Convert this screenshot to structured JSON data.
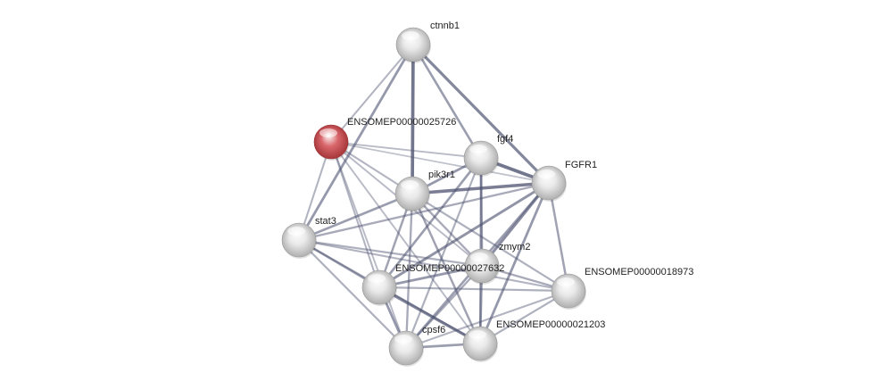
{
  "network": {
    "colors": {
      "edge": "#4d5270",
      "node_default": "#e9e9e9",
      "node_default_shadow": "#a8a8a8",
      "node_query": "#d9666a",
      "node_query_shadow": "#9e3034"
    },
    "nodes": [
      {
        "id": "ctnnb1",
        "label": "ctnnb1",
        "query": false
      },
      {
        "id": "ENSOMEP00000025726",
        "label": "ENSOMEP00000025726",
        "query": true
      },
      {
        "id": "fgf4",
        "label": "fgf4",
        "query": false
      },
      {
        "id": "FGFR1",
        "label": "FGFR1",
        "query": false
      },
      {
        "id": "pik3r1",
        "label": "pik3r1",
        "query": false
      },
      {
        "id": "stat3",
        "label": "stat3",
        "query": false
      },
      {
        "id": "zmym2",
        "label": "zmym2",
        "query": false
      },
      {
        "id": "ENSOMEP00000027632",
        "label": "ENSOMEP00000027632",
        "query": false
      },
      {
        "id": "ENSOMEP00000018973",
        "label": "ENSOMEP00000018973",
        "query": false
      },
      {
        "id": "cpsf6",
        "label": "cpsf6",
        "query": false
      },
      {
        "id": "ENSOMEP00000021203",
        "label": "ENSOMEP00000021203",
        "query": false
      }
    ],
    "edges": [
      {
        "source": "ctnnb1",
        "target": "pik3r1",
        "strength": 0.9
      },
      {
        "source": "ctnnb1",
        "target": "FGFR1",
        "strength": 0.75
      },
      {
        "source": "ctnnb1",
        "target": "fgf4",
        "strength": 0.55
      },
      {
        "source": "ctnnb1",
        "target": "ENSOMEP00000025726",
        "strength": 0.35
      },
      {
        "source": "ctnnb1",
        "target": "stat3",
        "strength": 0.6
      },
      {
        "source": "fgf4",
        "target": "FGFR1",
        "strength": 0.9
      },
      {
        "source": "fgf4",
        "target": "pik3r1",
        "strength": 0.6
      },
      {
        "source": "fgf4",
        "target": "zmym2",
        "strength": 0.6
      },
      {
        "source": "fgf4",
        "target": "ENSOMEP00000027632",
        "strength": 0.55
      },
      {
        "source": "fgf4",
        "target": "ENSOMEP00000021203",
        "strength": 0.45
      },
      {
        "source": "fgf4",
        "target": "cpsf6",
        "strength": 0.4
      },
      {
        "source": "fgf4",
        "target": "ENSOMEP00000025726",
        "strength": 0.3
      },
      {
        "source": "FGFR1",
        "target": "pik3r1",
        "strength": 0.85
      },
      {
        "source": "FGFR1",
        "target": "zmym2",
        "strength": 0.7
      },
      {
        "source": "FGFR1",
        "target": "ENSOMEP00000027632",
        "strength": 0.65
      },
      {
        "source": "FGFR1",
        "target": "ENSOMEP00000021203",
        "strength": 0.6
      },
      {
        "source": "FGFR1",
        "target": "cpsf6",
        "strength": 0.55
      },
      {
        "source": "FGFR1",
        "target": "ENSOMEP00000018973",
        "strength": 0.5
      },
      {
        "source": "FGFR1",
        "target": "stat3",
        "strength": 0.45
      },
      {
        "source": "pik3r1",
        "target": "stat3",
        "strength": 0.55
      },
      {
        "source": "pik3r1",
        "target": "ENSOMEP00000025726",
        "strength": 0.35
      },
      {
        "source": "pik3r1",
        "target": "ENSOMEP00000027632",
        "strength": 0.5
      },
      {
        "source": "pik3r1",
        "target": "zmym2",
        "strength": 0.45
      },
      {
        "source": "pik3r1",
        "target": "ENSOMEP00000021203",
        "strength": 0.5
      },
      {
        "source": "pik3r1",
        "target": "cpsf6",
        "strength": 0.45
      },
      {
        "source": "pik3r1",
        "target": "ENSOMEP00000018973",
        "strength": 0.4
      },
      {
        "source": "ENSOMEP00000025726",
        "target": "stat3",
        "strength": 0.35
      },
      {
        "source": "ENSOMEP00000025726",
        "target": "ENSOMEP00000027632",
        "strength": 0.35
      },
      {
        "source": "ENSOMEP00000025726",
        "target": "cpsf6",
        "strength": 0.3
      },
      {
        "source": "ENSOMEP00000025726",
        "target": "zmym2",
        "strength": 0.3
      },
      {
        "source": "ENSOMEP00000025726",
        "target": "ENSOMEP00000021203",
        "strength": 0.3
      },
      {
        "source": "ENSOMEP00000025726",
        "target": "FGFR1",
        "strength": 0.25
      },
      {
        "source": "stat3",
        "target": "ENSOMEP00000027632",
        "strength": 0.5
      },
      {
        "source": "stat3",
        "target": "zmym2",
        "strength": 0.4
      },
      {
        "source": "stat3",
        "target": "cpsf6",
        "strength": 0.4
      },
      {
        "source": "stat3",
        "target": "ENSOMEP00000018973",
        "strength": 0.35
      },
      {
        "source": "stat3",
        "target": "ENSOMEP00000021203",
        "strength": 0.4
      },
      {
        "source": "zmym2",
        "target": "ENSOMEP00000027632",
        "strength": 0.6
      },
      {
        "source": "zmym2",
        "target": "ENSOMEP00000018973",
        "strength": 0.45
      },
      {
        "source": "zmym2",
        "target": "cpsf6",
        "strength": 0.45
      },
      {
        "source": "zmym2",
        "target": "ENSOMEP00000021203",
        "strength": 0.55
      },
      {
        "source": "ENSOMEP00000027632",
        "target": "ENSOMEP00000021203",
        "strength": 0.75
      },
      {
        "source": "ENSOMEP00000027632",
        "target": "cpsf6",
        "strength": 0.6
      },
      {
        "source": "ENSOMEP00000027632",
        "target": "ENSOMEP00000018973",
        "strength": 0.4
      },
      {
        "source": "ENSOMEP00000018973",
        "target": "ENSOMEP00000021203",
        "strength": 0.4
      },
      {
        "source": "ENSOMEP00000018973",
        "target": "cpsf6",
        "strength": 0.35
      },
      {
        "source": "cpsf6",
        "target": "ENSOMEP00000021203",
        "strength": 0.55
      }
    ]
  }
}
